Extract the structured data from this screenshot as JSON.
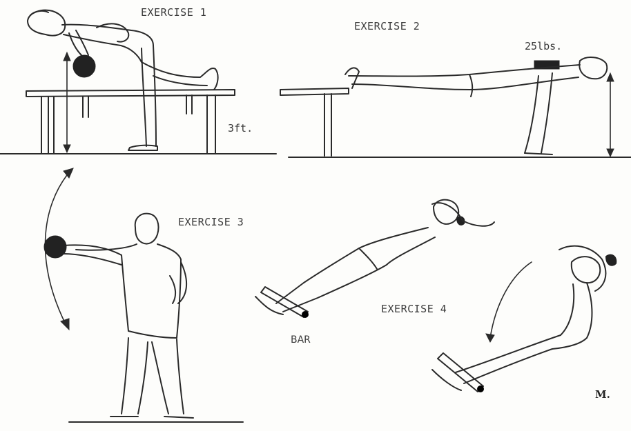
{
  "exercises": [
    {
      "label": "EXERCISE 1"
    },
    {
      "label": "EXERCISE 2"
    },
    {
      "label": "EXERCISE 3"
    },
    {
      "label": "EXERCISE 4"
    }
  ],
  "annotations": {
    "height": "3ft.",
    "weight": "25lbs.",
    "bar": "BAR",
    "signature": "M."
  }
}
